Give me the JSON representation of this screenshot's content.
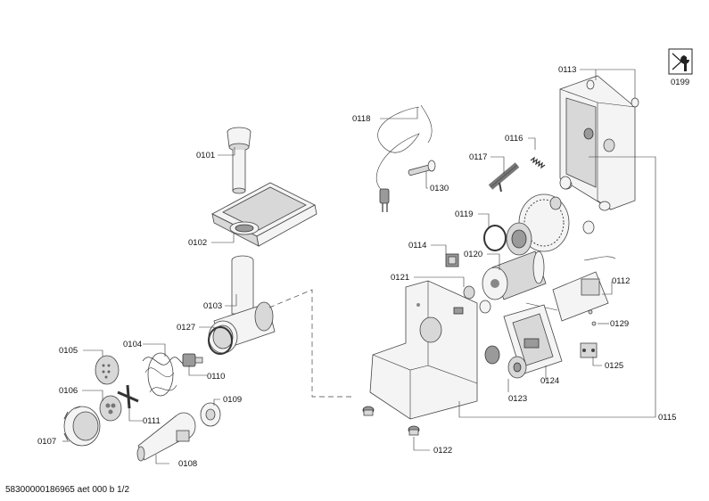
{
  "labels": {
    "p0101": "0101",
    "p0102": "0102",
    "p0103": "0103",
    "p0104": "0104",
    "p0105": "0105",
    "p0106": "0106",
    "p0107": "0107",
    "p0108": "0108",
    "p0109": "0109",
    "p0110": "0110",
    "p0111": "0111",
    "p0112": "0112",
    "p0113": "0113",
    "p0114": "0114",
    "p0115": "0115",
    "p0116": "0116",
    "p0117": "0117",
    "p0118": "0118",
    "p0119": "0119",
    "p0120": "0120",
    "p0121": "0121",
    "p0122": "0122",
    "p0123": "0123",
    "p0124": "0124",
    "p0125": "0125",
    "p0127": "0127",
    "p0129": "0129",
    "p0130": "0130",
    "p0199": "0199"
  },
  "footer": "58300000186965 aet 000 b 1/2",
  "icons": {
    "service": "service-manual-wrench-icon"
  }
}
